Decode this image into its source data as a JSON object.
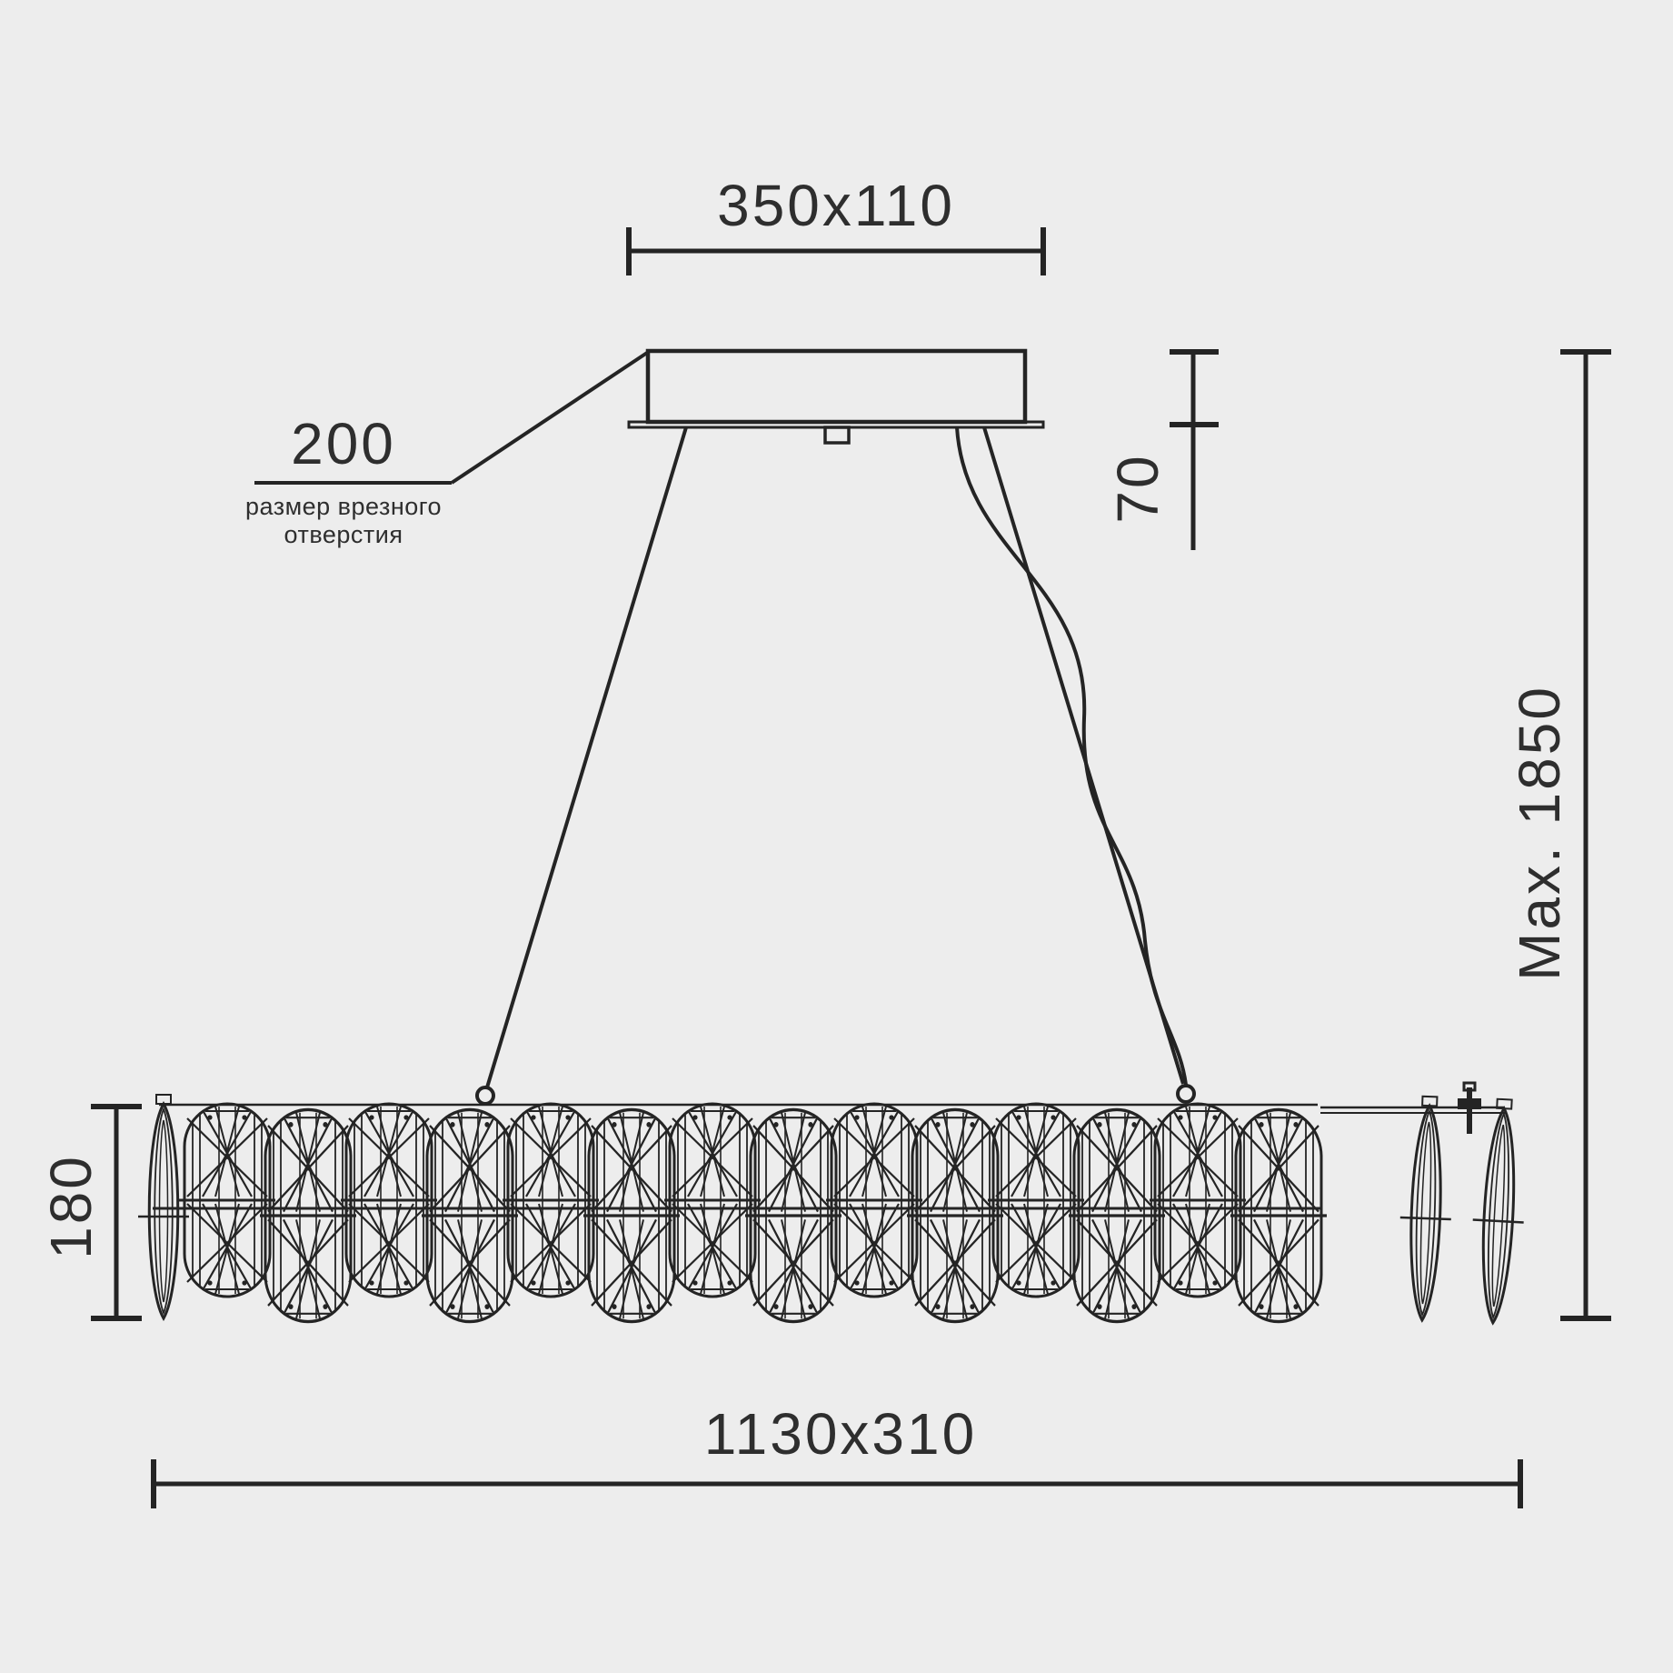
{
  "drawing": {
    "type": "pendant-chandelier-dimension-drawing",
    "labels": {
      "canopy_size": "350x110",
      "canopy_height": "70",
      "cutout_size": "200",
      "cutout_note_line1": "размер врезного",
      "cutout_note_line2": "отверстия",
      "max_height": "Max. 1850",
      "body_height": "180",
      "body_size": "1130x310"
    }
  },
  "colors": {
    "background": "#ededed",
    "line": "#242424",
    "text": "#2e2e2e"
  }
}
